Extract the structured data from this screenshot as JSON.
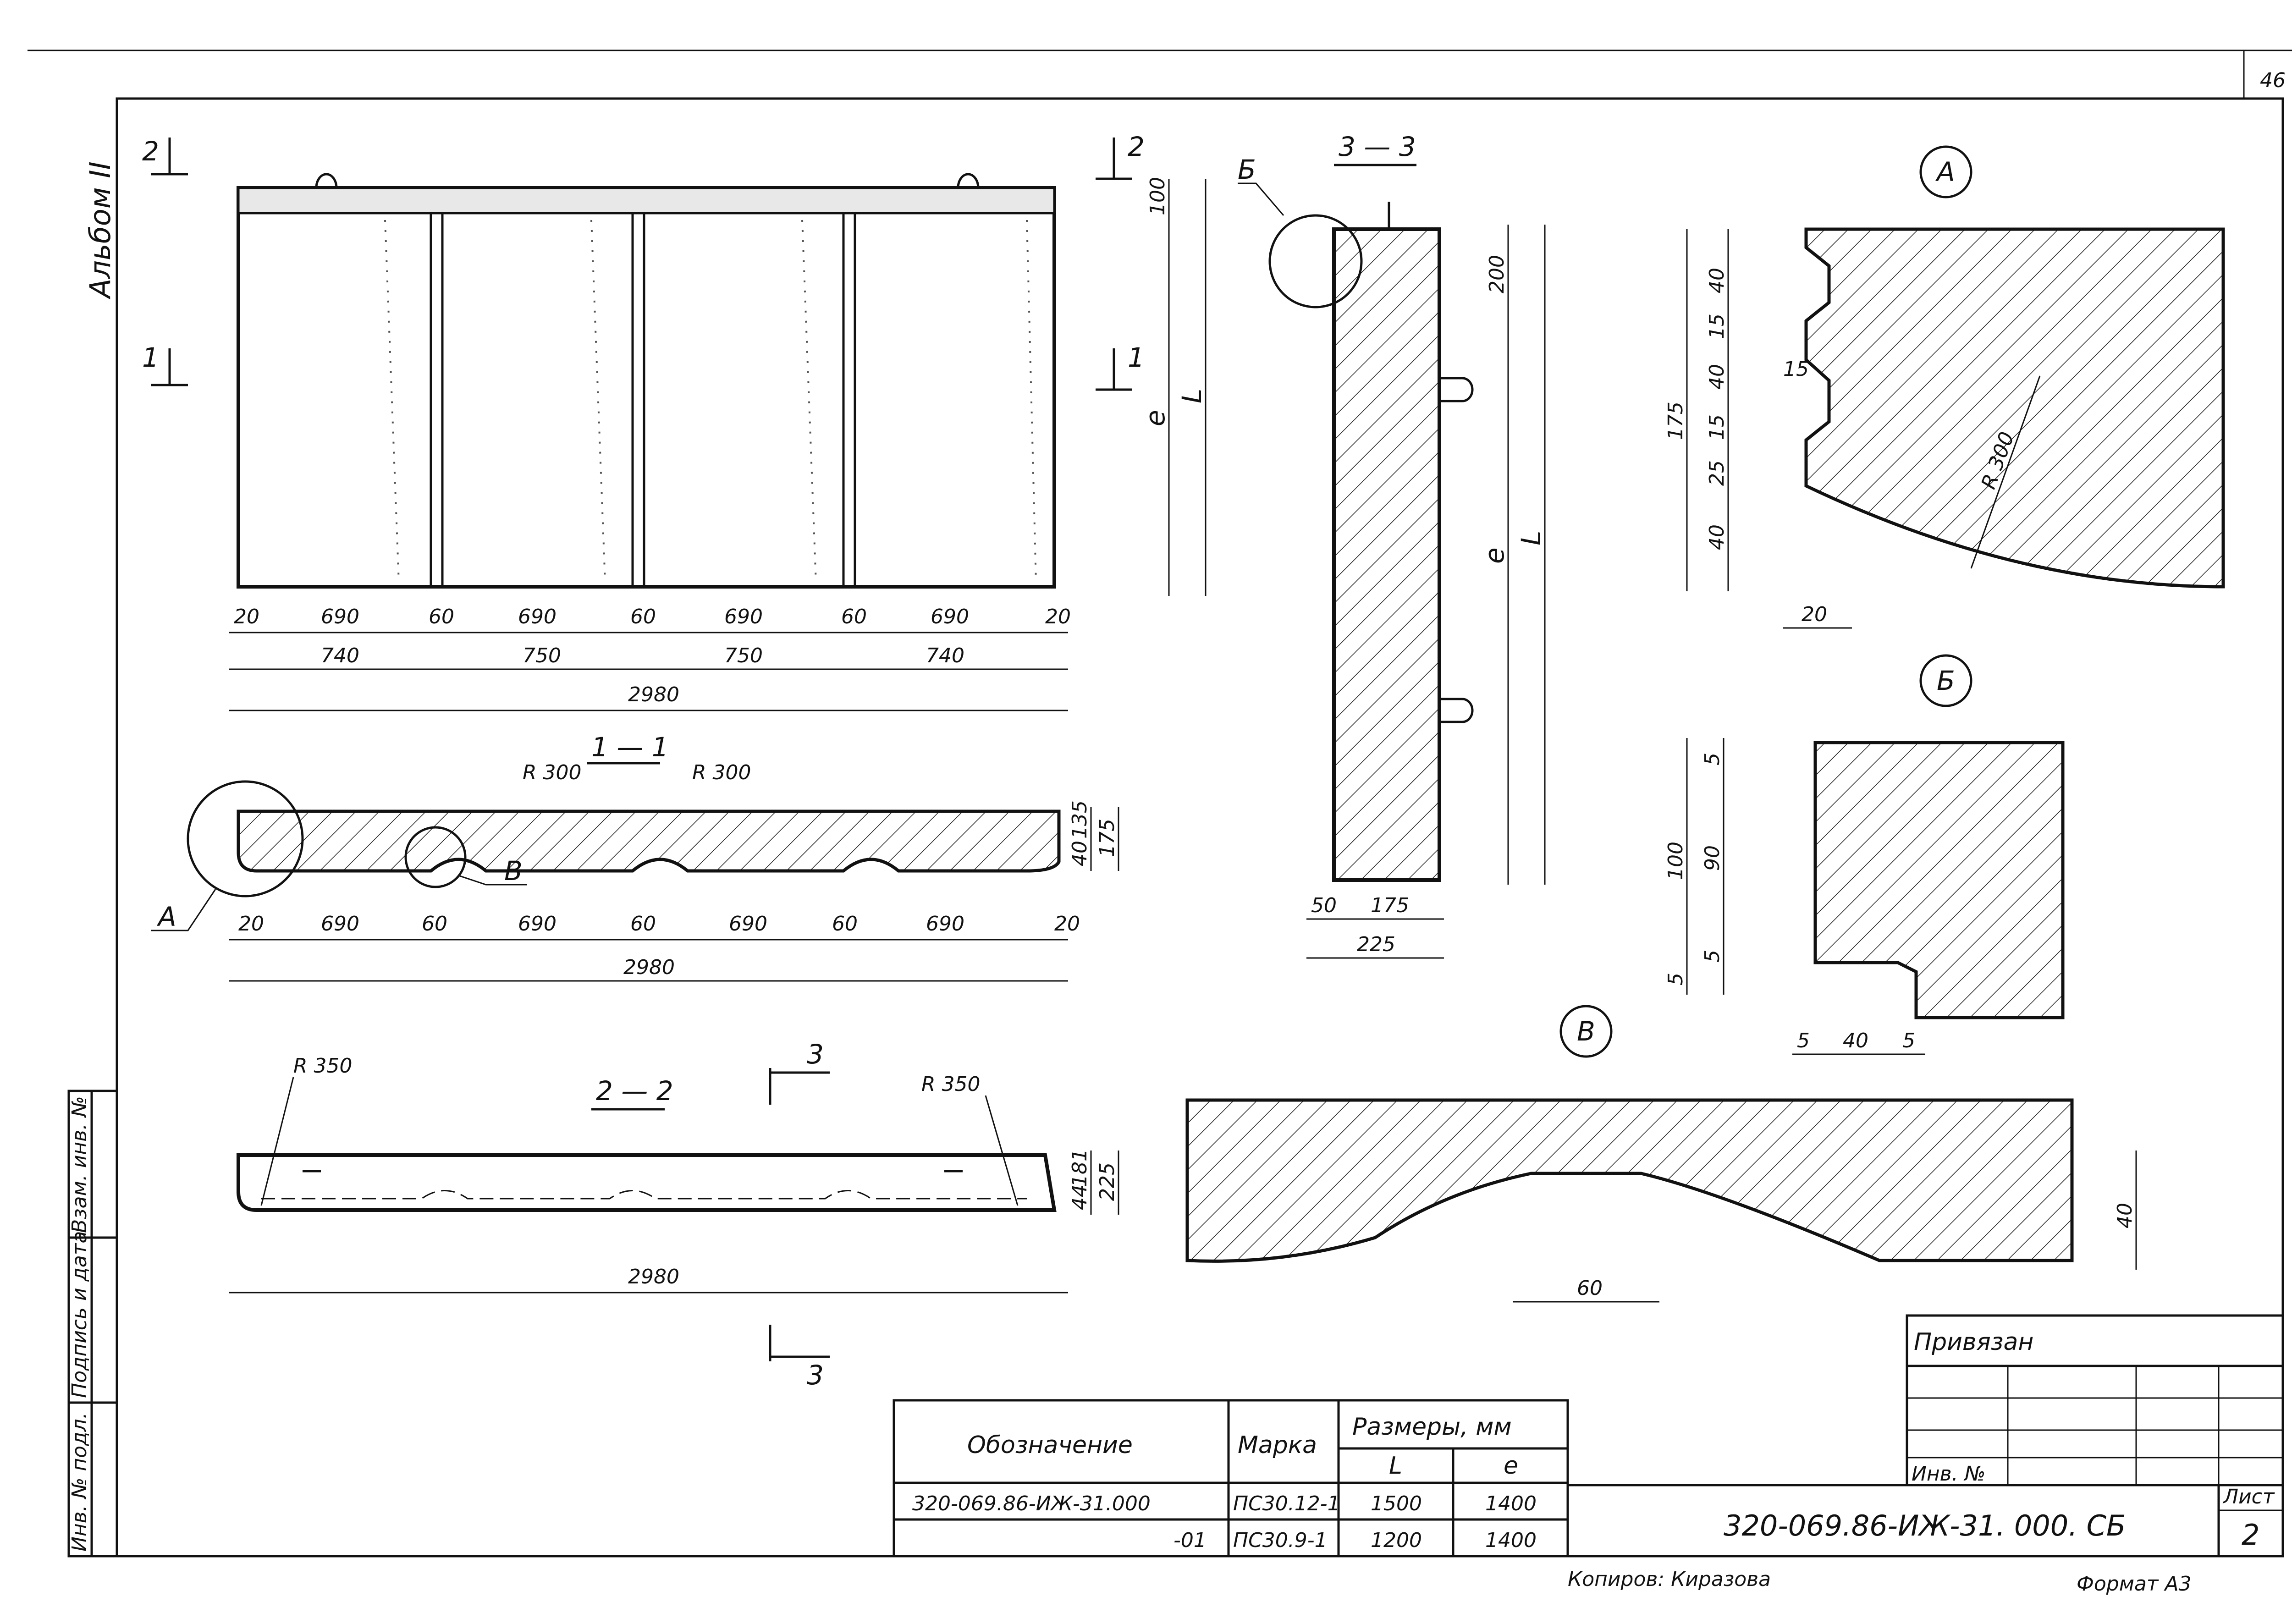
{
  "sheet_corner_number": "46",
  "album_label": "Альбом II",
  "left_stamp": [
    "Инв. № подл.",
    "Подпись и дата",
    "Взам. инв. №"
  ],
  "elevation": {
    "section_marks": [
      "2",
      "1",
      "2",
      "1"
    ],
    "dims_row1": [
      "20",
      "690",
      "60",
      "690",
      "60",
      "690",
      "60",
      "690",
      "20"
    ],
    "dims_row2": [
      "740",
      "750",
      "750",
      "740"
    ],
    "total": "2980",
    "right_dims": [
      "100",
      "e",
      "L"
    ]
  },
  "section_1_1": {
    "title": "1 — 1",
    "radius_labels": [
      "R 300",
      "R 300"
    ],
    "callouts": [
      "A",
      "B"
    ],
    "dims": [
      "20",
      "690",
      "60",
      "690",
      "60",
      "690",
      "60",
      "690",
      "20"
    ],
    "total": "2980",
    "right_dims": [
      "40",
      "135",
      "175"
    ]
  },
  "section_2_2": {
    "title": "2 — 2",
    "radius_labels": [
      "R 350",
      "R 350"
    ],
    "cut_marks": [
      "3",
      "3"
    ],
    "total": "2980",
    "right_dims": [
      "44",
      "181",
      "225"
    ]
  },
  "section_3_3": {
    "title": "3 — 3",
    "callout": "Б",
    "right_dims": [
      "200",
      "e",
      "L"
    ],
    "bottom_dims": [
      "50",
      "175",
      "225"
    ]
  },
  "detail_A": {
    "circle": "A",
    "left_dims": [
      "40",
      "15",
      "40",
      "15",
      "25",
      "40",
      "175"
    ],
    "notch": "15",
    "radius": "R 300",
    "bottom": "20"
  },
  "detail_B": {
    "circle": "Б",
    "left_dims": [
      "5",
      "90",
      "100",
      "5",
      "5"
    ],
    "bottom_dims": [
      "5",
      "40",
      "5"
    ]
  },
  "detail_V": {
    "circle": "В",
    "width_dim": "60",
    "height_dim": "40"
  },
  "spec_table": {
    "headers": {
      "designation": "Обозначение",
      "mark": "Марка",
      "sizes": "Размеры, мм",
      "L": "L",
      "e": "e"
    },
    "rows": [
      {
        "designation": "320-069.86-ИЖ-31.000",
        "mark": "ПС30.12-1",
        "L": "1500",
        "e": "1400"
      },
      {
        "designation": "-01",
        "mark": "ПС30.9-1",
        "L": "1200",
        "e": "1400"
      }
    ]
  },
  "title_block": {
    "privyazan": "Привязан",
    "inv": "Инв. №",
    "code": "320-069.86-ИЖ-31. 000. СБ",
    "sheet_label": "Лист",
    "sheet_number": "2"
  },
  "footer": {
    "copied": "Копиров: Киразова",
    "format": "Формат А3"
  }
}
